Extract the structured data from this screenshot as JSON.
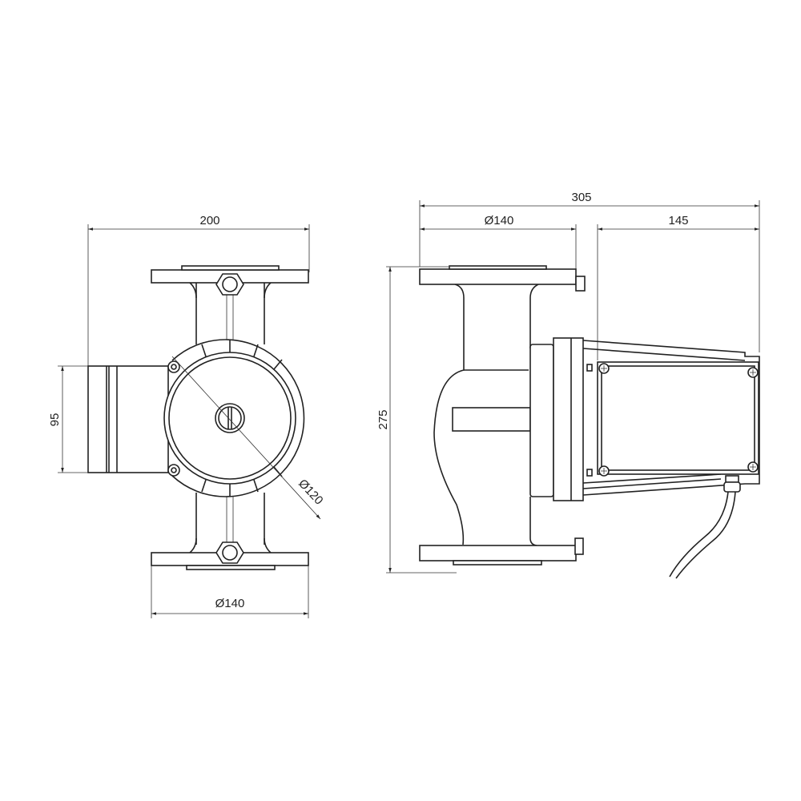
{
  "front_view": {
    "width_label": "200",
    "inlet_height_label": "95",
    "housing_diameter_label": "Ø120",
    "flange_diameter_label": "Ø140"
  },
  "side_view": {
    "total_length_label": "305",
    "flange_diameter_label": "Ø140",
    "motor_length_label": "145",
    "height_label": "275"
  }
}
